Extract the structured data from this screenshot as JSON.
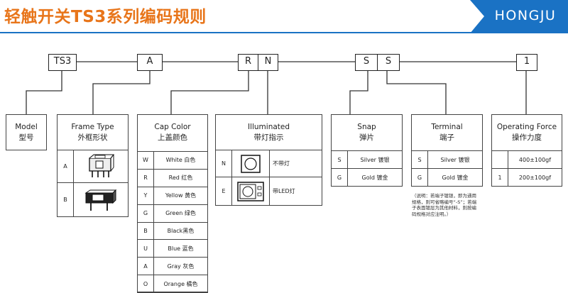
{
  "title": "轻触开关TS3系列编码规则",
  "brand": "HONGJU",
  "code_parts": [
    "TS3",
    "A",
    "R",
    "N",
    "S",
    "S",
    "1"
  ],
  "model": {
    "en": "Model",
    "zh": "型号"
  },
  "frame": {
    "en": "Frame Type",
    "zh": "外框形状",
    "codes": [
      "A",
      "B"
    ]
  },
  "cap": {
    "en": "Cap Color",
    "zh": "上盖颜色",
    "rows": [
      {
        "code": "W",
        "label": "White 白色"
      },
      {
        "code": "R",
        "label": "Red 红色"
      },
      {
        "code": "Y",
        "label": "Yellow 黄色"
      },
      {
        "code": "G",
        "label": "Green 绿色"
      },
      {
        "code": "B",
        "label": "Black黑色"
      },
      {
        "code": "U",
        "label": "Blue 蓝色"
      },
      {
        "code": "A",
        "label": "Gray 灰色"
      },
      {
        "code": "O",
        "label": "Orange 橘色"
      }
    ]
  },
  "illuminated": {
    "en": "Illuminated",
    "zh": "带灯指示",
    "rows": [
      {
        "code": "N",
        "label": "不带灯"
      },
      {
        "code": "E",
        "label": "带LED灯"
      }
    ]
  },
  "snap": {
    "en": "Snap",
    "zh": "弹片",
    "rows": [
      {
        "code": "S",
        "label": "Silver 镀银"
      },
      {
        "code": "G",
        "label": "Gold 镀金"
      }
    ]
  },
  "terminal": {
    "en": "Terminal",
    "zh": "端子",
    "rows": [
      {
        "code": "S",
        "label": "Silver 镀银"
      },
      {
        "code": "G",
        "label": "Gold 镀金"
      }
    ],
    "note": [
      "（说明：若端子镀银，即为通用",
      "规格，则可省略编号“-S”；若端",
      "子表面镀层为其他材料，则按编",
      "码规格对应注明。）"
    ]
  },
  "force": {
    "en": "Operating Force",
    "zh": "操作力度",
    "rows": [
      {
        "code": "",
        "label": "400±100gf"
      },
      {
        "code": "1",
        "label": "200±100gf"
      }
    ]
  },
  "colors": {
    "title": "#e8751a",
    "brand": "#1a72c4"
  }
}
